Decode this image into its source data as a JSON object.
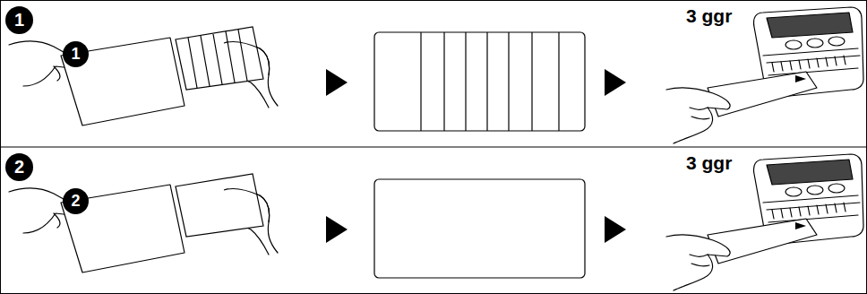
{
  "diagram": {
    "labels": [
      "1",
      "1",
      "3 ggr",
      "2",
      "2",
      "3 ggr"
    ]
  }
}
